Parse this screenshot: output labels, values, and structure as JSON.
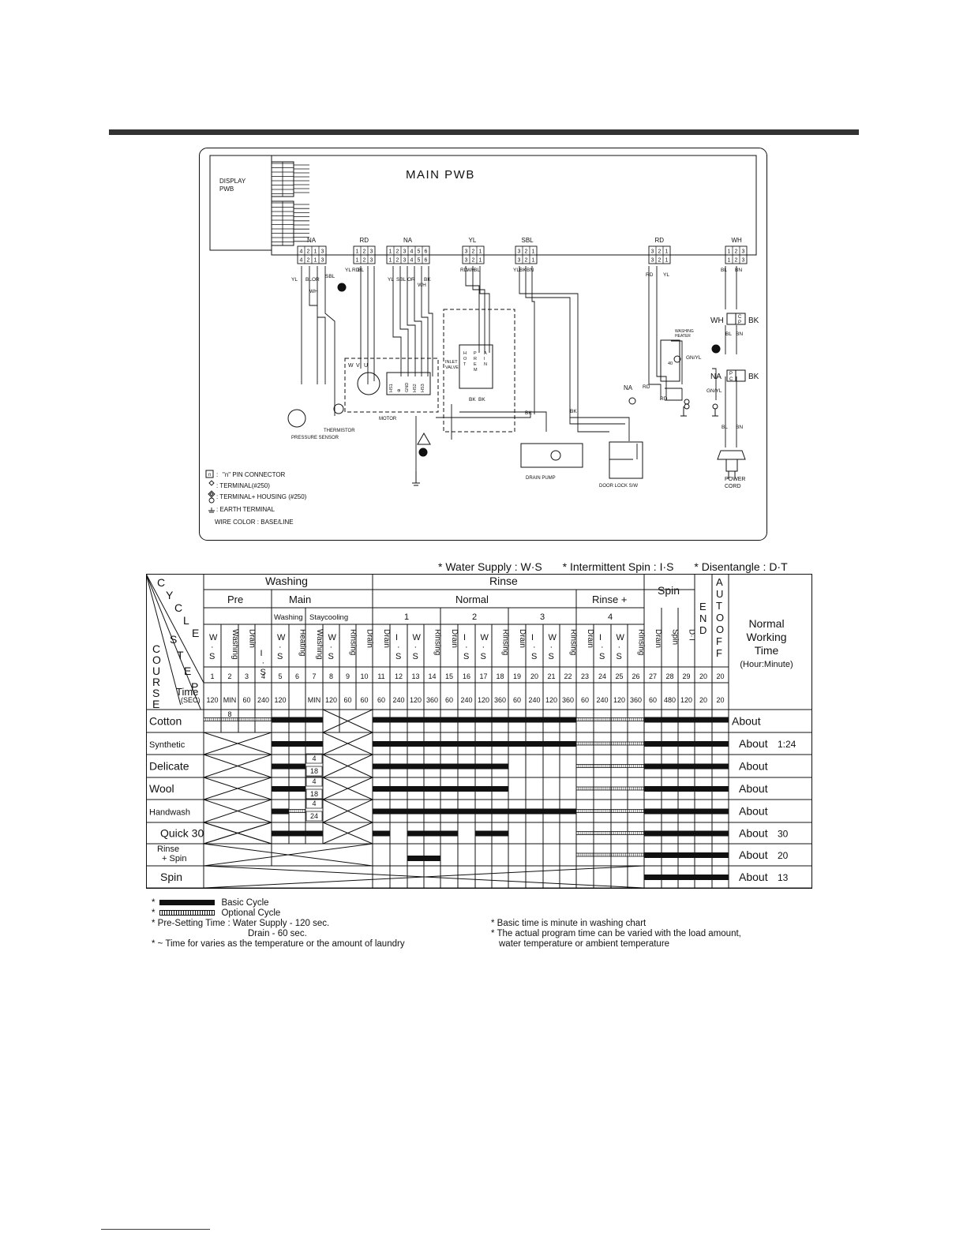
{
  "wiring": {
    "main_label": "MAIN PWB",
    "display_label": [
      "DISPLAY",
      "PWB"
    ],
    "connectors": [
      {
        "color": "NA",
        "pins": [
          "4",
          "2",
          "1",
          "3"
        ]
      },
      {
        "color": "RD",
        "pins": [
          "1",
          "2",
          "3"
        ]
      },
      {
        "color": "NA",
        "pins": [
          "1",
          "2",
          "3",
          "4",
          "5",
          "6"
        ]
      },
      {
        "color": "YL",
        "pins": [
          "3",
          "2",
          "1"
        ]
      },
      {
        "color": "SBL",
        "pins": [
          "3",
          "2",
          "1"
        ]
      },
      {
        "color": "RD",
        "pins": [
          "3",
          "2",
          "1"
        ]
      },
      {
        "color": "WH",
        "pins": [
          "1",
          "2",
          "3"
        ]
      }
    ],
    "wire_labels": [
      "YL",
      "BL",
      "OR",
      "SBL",
      "WH",
      "YL",
      "RD",
      "BL",
      "YL",
      "SBL",
      "OR",
      "BK",
      "WH",
      "RD",
      "WH",
      "BL",
      "YL",
      "BK",
      "BN",
      "RD",
      "YL",
      "BL",
      "BN",
      "BL",
      "BN",
      "BK",
      "BK",
      "BK",
      "BK",
      "RD",
      "RD",
      "GN/YL",
      "GN/YL",
      "BL",
      "BN"
    ],
    "motor_terminals": [
      "W",
      "V",
      "U"
    ],
    "hall_labels": [
      "HS1",
      "⊕",
      "GND",
      "HS2",
      "HS3"
    ],
    "valve_labels": [
      "H",
      "O",
      "T",
      "P",
      "R",
      "E",
      "M",
      "A",
      "I",
      "N"
    ],
    "components": {
      "pressure_sensor": "PRESSURE SENSOR",
      "thermistor": "THERMISTOR",
      "motor": "MOTOR",
      "inlet_valve": [
        "INLET",
        "VALVE"
      ],
      "drain_pump": "DRAIN PUMP",
      "door_lock": "DOOR LOCK S/W",
      "washing_heater": [
        "WASHING",
        "HEATER"
      ],
      "power_cord": [
        "POWER",
        "CORD"
      ],
      "side_left": [
        "WH",
        "NA"
      ],
      "side_right": [
        "BK",
        "BK"
      ],
      "cp": [
        "C",
        "P"
      ],
      "pc": [
        "P",
        "C"
      ],
      "na_label": "NA",
      "heater_val": "40"
    },
    "legend": [
      "\"n\" PIN CONNECTOR",
      ": TERMINAL(#250)",
      ": TERMINAL+ HOUSING (#250)",
      ": EARTH TERMINAL",
      "WIRE COLOR : BASE/LINE"
    ],
    "legend_n": "n",
    "legend_colon": ":"
  },
  "abbrev": [
    "* Water Supply : W·S",
    "* Intermittent Spin : I·S",
    "* Disentangle : D·T"
  ],
  "chart_data": {
    "type": "table",
    "corner_cycle": [
      "C",
      "Y",
      "C",
      "L",
      "E"
    ],
    "corner_step": [
      "S",
      "T",
      "E",
      "P"
    ],
    "corner_course": [
      "C",
      "O",
      "U",
      "R",
      "S",
      "E"
    ],
    "corner_time": "Time",
    "corner_sec": "(SEC)",
    "groups": [
      "Washing",
      "Rinse",
      "Spin",
      "END",
      "AUTO OFF",
      "Normal Working Time",
      "(Hour:Minute)"
    ],
    "subgroups": [
      "Pre",
      "Main",
      "Normal",
      "Rinse +"
    ],
    "auto_letters": [
      "A",
      "U",
      "T",
      "O",
      "O",
      "F",
      "F"
    ],
    "end_letters": [
      "E",
      "N",
      "D"
    ],
    "subsub": [
      "Washing",
      "Staycooling",
      "1",
      "2",
      "3",
      "4"
    ],
    "normal_time_lines": [
      "Normal",
      "Working",
      "Time",
      "(Hour:Minute)"
    ],
    "step_labels": [
      "W·S",
      "Washing",
      "Drain",
      "I·S",
      "W·S",
      "Heating",
      "Washing",
      "W·S",
      "Rinsing",
      "Drain",
      "Drain",
      "I·S",
      "W·S",
      "Rinsing",
      "Drain",
      "I·S",
      "W·S",
      "Rinsing",
      "Drain",
      "I·S",
      "W·S",
      "Rinsing",
      "Drain",
      "I·S",
      "W·S",
      "Rinsing",
      "Drain",
      "Spin",
      "D·T"
    ],
    "step_numbers": [
      "1",
      "2",
      "3",
      "4",
      "5",
      "6",
      "7",
      "8",
      "9",
      "10",
      "11",
      "12",
      "13",
      "14",
      "15",
      "16",
      "17",
      "18",
      "19",
      "20",
      "21",
      "22",
      "23",
      "24",
      "25",
      "26",
      "27",
      "28",
      "29",
      "20",
      "20"
    ],
    "times": [
      "120",
      "MIN",
      "60",
      "240",
      "120",
      "",
      "MIN",
      "120",
      "60",
      "60",
      "60",
      "240",
      "120",
      "360",
      "60",
      "240",
      "120",
      "360",
      "60",
      "240",
      "120",
      "360",
      "60",
      "240",
      "120",
      "360",
      "60",
      "480",
      "120",
      "20",
      "20"
    ],
    "courses": [
      {
        "name": "Cotton",
        "about": "About",
        "time": ""
      },
      {
        "name": "Synthetic",
        "about": "About",
        "time": "1:24"
      },
      {
        "name": "Delicate",
        "about": "About",
        "time": ""
      },
      {
        "name": "Wool",
        "about": "About",
        "time": ""
      },
      {
        "name": "Handwash",
        "about": "About",
        "time": ""
      },
      {
        "name": "Quick 30",
        "about": "About",
        "time": "30"
      },
      {
        "name": "Rinse\n+ Spin",
        "about": "About",
        "time": "20"
      },
      {
        "name": "Spin",
        "about": "About",
        "time": "13"
      }
    ],
    "course_name_lines": {
      "rinse1": "Rinse",
      "rinse2": "+ Spin"
    },
    "cell_values": [
      "8",
      "4",
      "18",
      "4",
      "18",
      "4",
      "24"
    ]
  },
  "notes": {
    "basic": "Basic Cycle",
    "optional": "Optional Cycle",
    "presetting": "* Pre-Setting Time : Water Supply - 120 sec.",
    "drain_line": "Drain      -   60 sec.",
    "varies": "* ~ Time for varies as the temperature or      the amount of laundry",
    "basic_time": "* Basic time is minute in washing chart",
    "actual1": "* The actual program time can be varied with the load amount,",
    "actual2": "water temperature or ambient temperature",
    "star": "*"
  }
}
